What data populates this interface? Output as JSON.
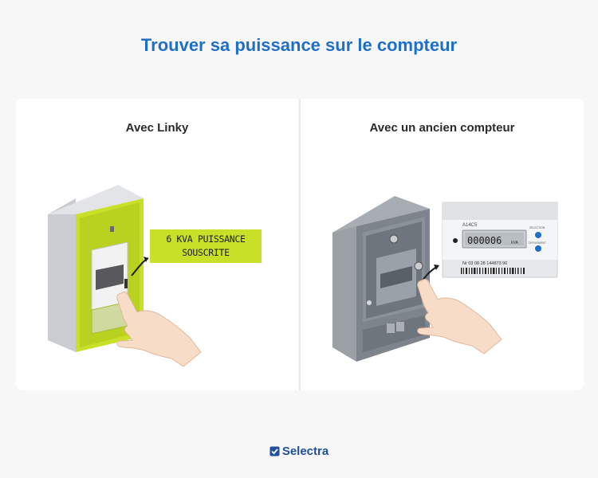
{
  "page": {
    "title": "Trouver sa puissance sur le compteur",
    "brand": "Selectra"
  },
  "cards": [
    {
      "title": "Avec Linky",
      "callout_line1": "6 KVA PUISSANCE",
      "callout_line2": "SOUSCRITE"
    },
    {
      "title": "Avec un ancien compteur",
      "model": "A14C5",
      "display_value": "000006",
      "display_unit": "kVA",
      "button_top_label": "SELECTION",
      "button_bottom_label": "DEFILEMENT",
      "serial": "Nr 03 08 28 144873 96"
    }
  ],
  "colors": {
    "title": "#1f6fc9",
    "linky_green": "#c8e028",
    "brand": "#1f4f9c"
  }
}
